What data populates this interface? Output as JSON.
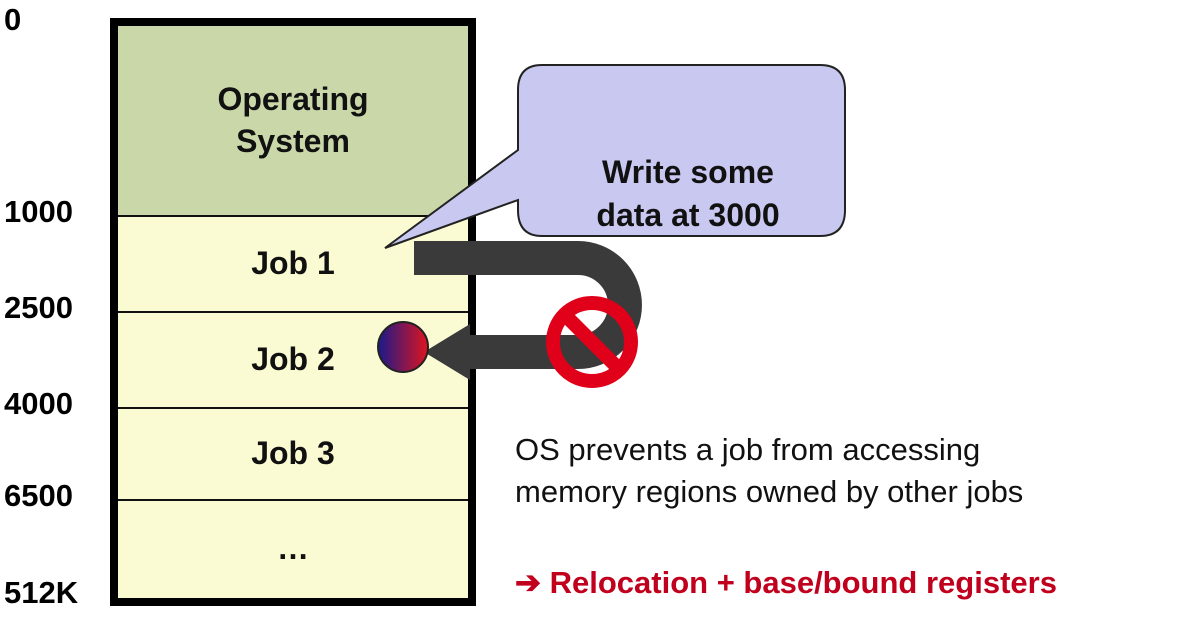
{
  "addresses": [
    "0",
    "1000",
    "2500",
    "4000",
    "6500",
    "512K"
  ],
  "regions": {
    "os": "Operating\nSystem",
    "job1": "Job 1",
    "job2": "Job 2",
    "job3": "Job 3",
    "rest": "…"
  },
  "callout": "Write some\ndata at 3000",
  "note": "OS prevents a job from accessing\nmemory regions owned by other jobs",
  "conclusion": {
    "arrow": "➔",
    "text": "Relocation + base/bound registers"
  },
  "colors": {
    "os_fill": "#c9d7a9",
    "job_fill": "#fbfbd3",
    "callout_fill": "#c8c8f0",
    "arrow": "#3a3a3a",
    "forbidden": "#e0001a",
    "conclusion": "#c0001c"
  },
  "icons": [
    "forbidden-icon",
    "access-target-dot"
  ]
}
